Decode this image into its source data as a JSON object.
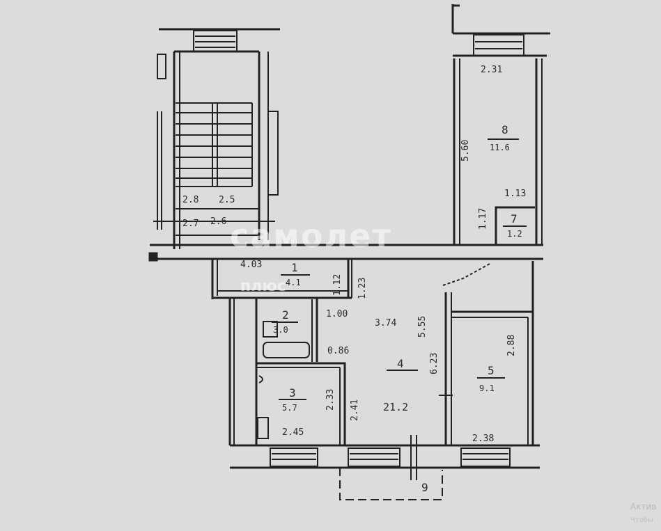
{
  "rooms": {
    "r1": {
      "number": "1",
      "area": "4.1"
    },
    "r2": {
      "number": "2",
      "area": "3.0"
    },
    "r3": {
      "number": "3",
      "area": "5.7"
    },
    "r4": {
      "number": "4",
      "area": "21.2"
    },
    "r5": {
      "number": "5",
      "area": "9.1"
    },
    "r7": {
      "number": "7",
      "area": "1.2"
    },
    "r8": {
      "number": "8",
      "area": "11.6"
    },
    "r9": {
      "number": "9"
    }
  },
  "dimensions": {
    "d231": "2.31",
    "d560": "5.60",
    "d113": "1.13",
    "d117": "1.17",
    "d28": "2.8",
    "d25": "2.5",
    "d27": "2.7",
    "d26": "2.6",
    "d403": "4.03",
    "d112": "1.12",
    "d123": "1.23",
    "d100": "1.00",
    "d374": "3.74",
    "d555": "5.55",
    "d086": "0.86",
    "d233": "2.33",
    "d241": "2.41",
    "d245": "2.45",
    "d623": "6.23",
    "d288": "2.88",
    "d238": "2.38"
  },
  "watermark": {
    "main": "самолет",
    "sub": "плюс"
  },
  "activation": {
    "line1": "Актив",
    "line2": "Чтобы"
  }
}
